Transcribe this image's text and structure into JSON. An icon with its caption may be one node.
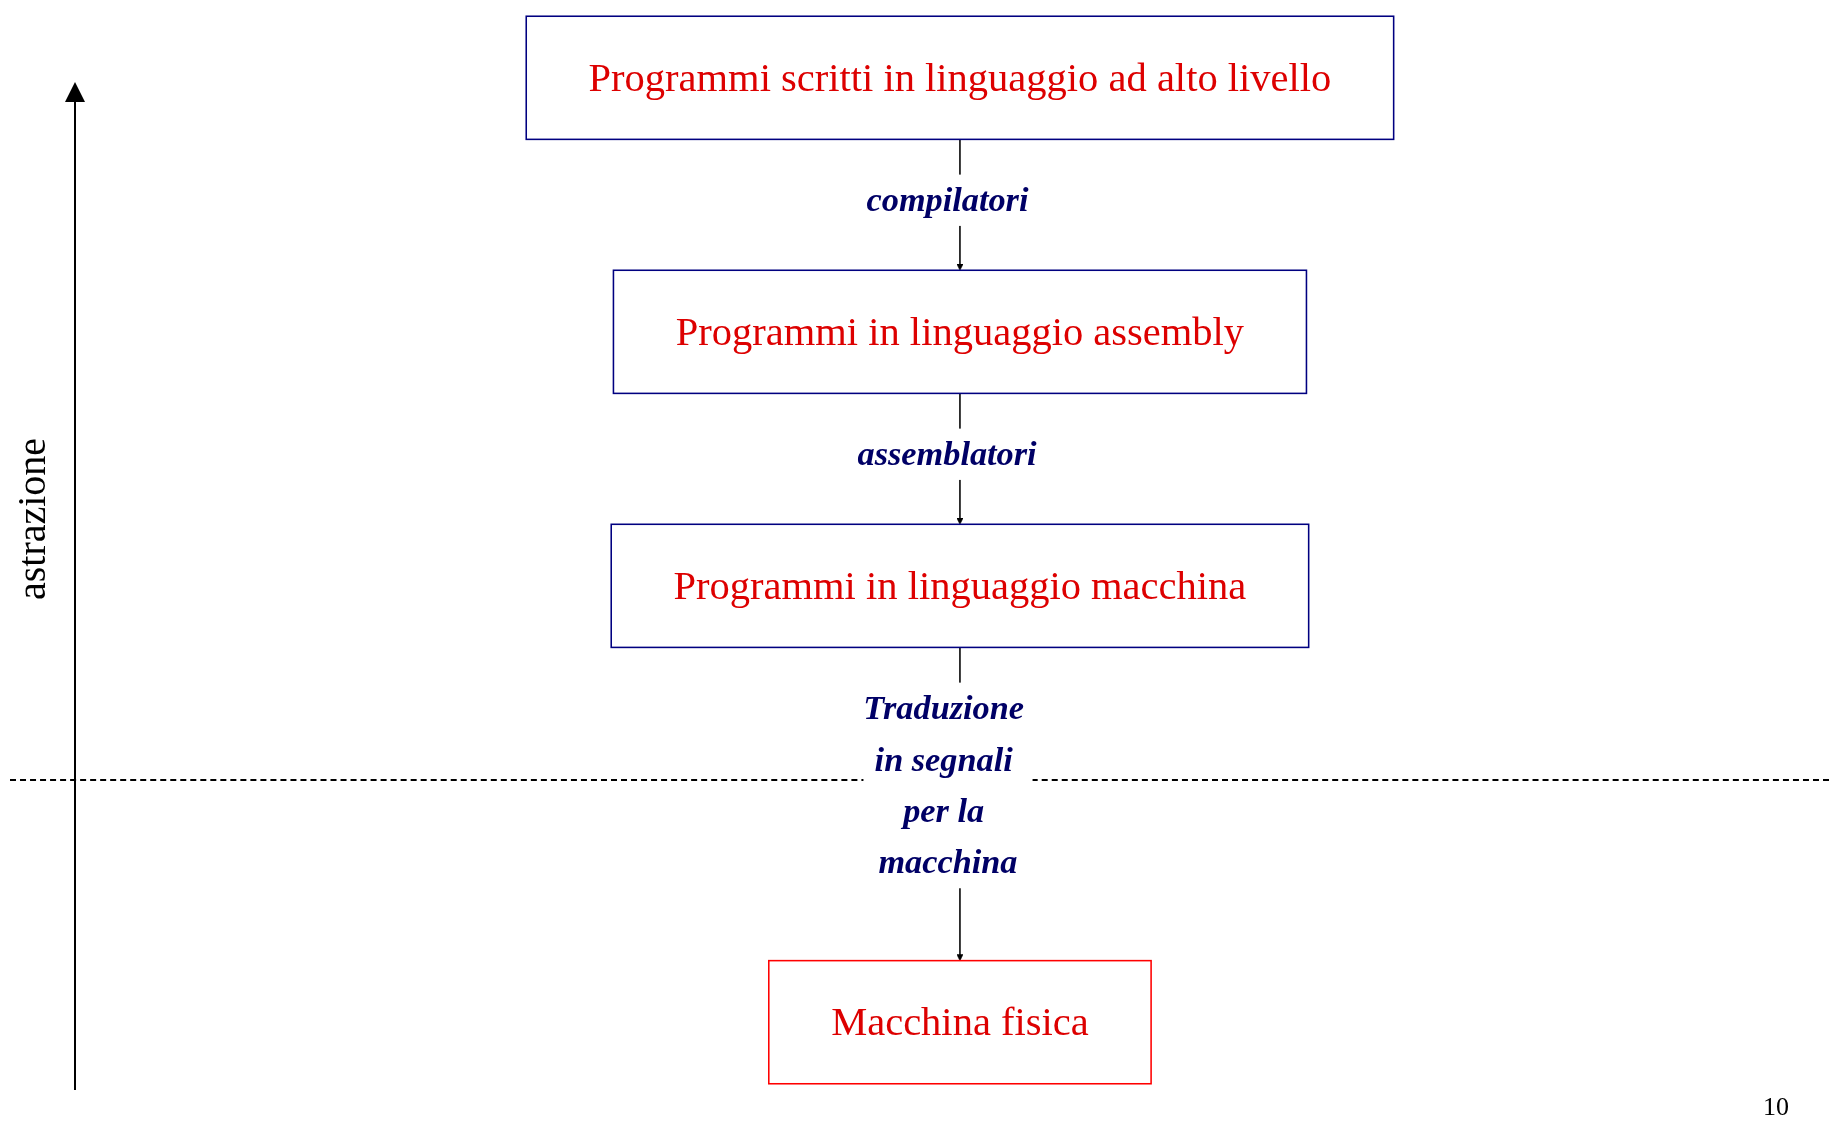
{
  "diagram": {
    "nodes": [
      {
        "text": [
          "Programmi scritti in linguaggio ad alto livello"
        ]
      },
      {
        "text": [
          "Programmi in linguaggio assembly"
        ]
      },
      {
        "text": [
          "Programmi in linguaggio macchina"
        ]
      },
      {
        "text": [
          "Macchina fisica"
        ]
      }
    ],
    "edges": [
      {
        "from": 0,
        "to": 1,
        "arrow": "to",
        "label": "compilatori"
      },
      {
        "from": 1,
        "to": 2,
        "arrow": "to",
        "label": "assemblatori"
      },
      {
        "from": 2,
        "to": 3,
        "arrow": "to",
        "label": "Traduzione in segnali per la macchina"
      }
    ],
    "labels": [
      "astrazione",
      "10"
    ]
  }
}
